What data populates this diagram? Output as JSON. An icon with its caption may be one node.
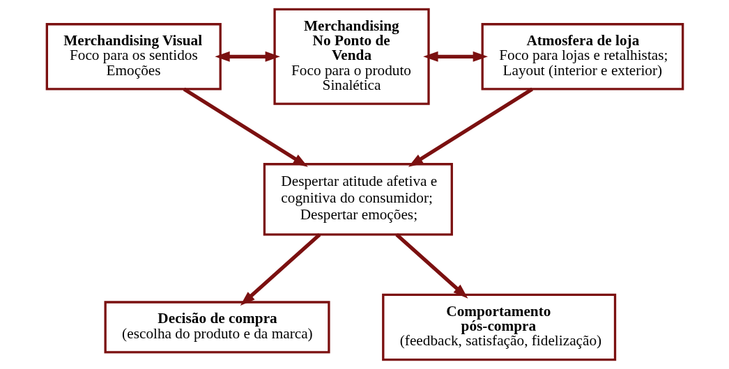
{
  "diagram": {
    "nodes": [
      {
        "text": [
          "Merchandising Visual",
          "Foco para os sentidos",
          "Emoções"
        ]
      },
      {
        "text": [
          "Merchandising No Ponto de Venda",
          "Foco para o produto",
          "Sinalética"
        ]
      },
      {
        "text": [
          "Atmosfera de loja",
          "Foco para lojas e retalhistas;",
          "Layout (interior e exterior)"
        ]
      },
      {
        "text": [
          "Despertar atitude afetiva e cognitiva do consumidor;",
          "Despertar emoções;"
        ]
      },
      {
        "text": [
          "Decisão de compra",
          "(escolha do produto e da marca)"
        ]
      },
      {
        "text": [
          "Comportamento pós-compra",
          "(feedback, satisfação, fidelização)"
        ]
      }
    ],
    "edges": [
      {
        "from": 0,
        "to": 1,
        "arrow": "both"
      },
      {
        "from": 1,
        "to": 2,
        "arrow": "both"
      },
      {
        "from": 0,
        "to": 3,
        "arrow": "to"
      },
      {
        "from": 2,
        "to": 3,
        "arrow": "to"
      },
      {
        "from": 3,
        "to": 4,
        "arrow": "to"
      },
      {
        "from": 3,
        "to": 5,
        "arrow": "to"
      }
    ]
  }
}
